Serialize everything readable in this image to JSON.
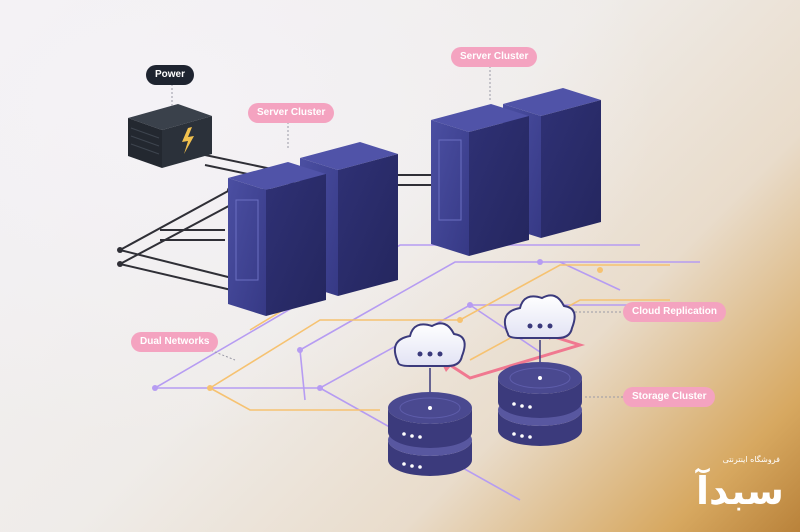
{
  "labels": {
    "power": "Power",
    "server_cluster_left": "Server Cluster",
    "server_cluster_right": "Server Cluster",
    "dual_networks": "Dual Networks",
    "cloud_replication": "Cloud Replication",
    "storage_cluster": "Storage Cluster"
  },
  "logo": {
    "tagline": "فروشگاه اینترنتی",
    "mark": "سبدآ"
  },
  "colors": {
    "server": "#3d3f8a",
    "server_side": "#2b2c68",
    "storage": "#3b3a7c",
    "power_box": "#2a3038",
    "network_purple": "#b69cf2",
    "network_orange": "#f6c271",
    "power_cable": "#2f2f36",
    "replication_arrow": "#f07890",
    "label_pink": "#f4a3c0",
    "label_dark": "#1e2430"
  }
}
